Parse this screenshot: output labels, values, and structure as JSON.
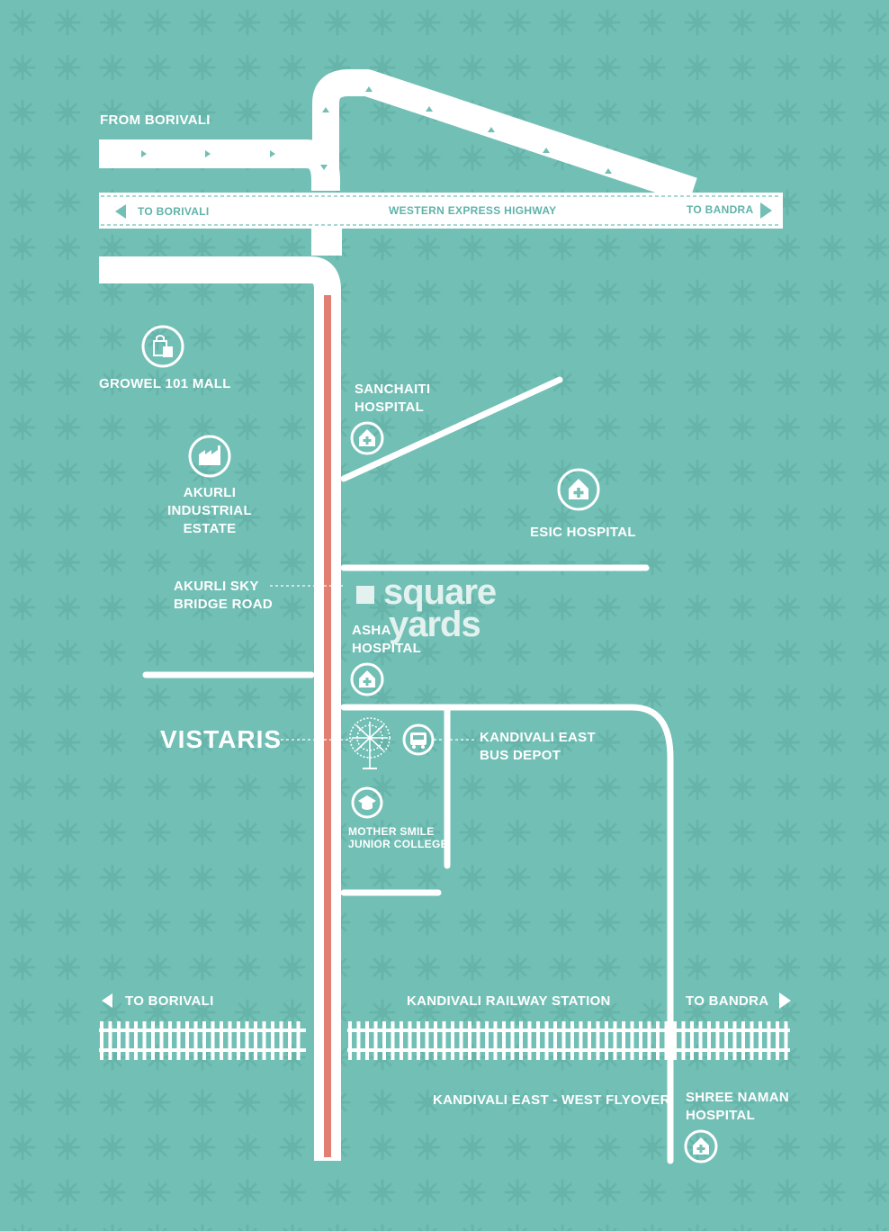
{
  "colors": {
    "background": "#72bfb5",
    "road": "#ffffff",
    "highlight_road": "#e07f72",
    "pattern": "#66b4aa"
  },
  "labels": {
    "from_borivali": "FROM BORIVALI",
    "weh_to_borivali": "TO BORIVALI",
    "western_express_highway": "WESTERN EXPRESS HIGHWAY",
    "weh_to_bandra": "TO BANDRA",
    "growel_mall": "GROWEL 101 MALL",
    "sanchaiti_hospital": "SANCHAITI\nHOSPITAL",
    "akurli_industrial": "AKURLI INDUSTRIAL\nESTATE",
    "esic_hospital": "ESIC HOSPITAL",
    "akurli_sky_bridge": "AKURLI SKY\nBRIDGE ROAD",
    "asha_hospital": "ASHA\nHOSPITAL",
    "project": "VISTARIS",
    "bus_depot": "KANDIVALI EAST\nBUS DEPOT",
    "mother_smile": "MOTHER SMILE\nJUNIOR COLLEGE",
    "rail_to_borivali": "TO BORIVALI",
    "kandivali_station": "KANDIVALI RAILWAY STATION",
    "rail_to_bandra": "TO BANDRA",
    "flyover": "KANDIVALI EAST - WEST FLYOVER",
    "shree_naman": "SHREE NAMAN\nHOSPITAL"
  },
  "watermark": {
    "line1": "square",
    "line2": "yards"
  },
  "icons": {
    "growel_mall": "shopping-bag-icon",
    "akurli_industrial": "factory-icon",
    "sanchaiti_hospital": "hospital-icon",
    "esic_hospital": "hospital-icon",
    "asha_hospital": "hospital-icon",
    "shree_naman": "hospital-icon",
    "project": "tree-icon",
    "bus_depot": "bus-icon",
    "mother_smile": "graduation-cap-icon"
  }
}
